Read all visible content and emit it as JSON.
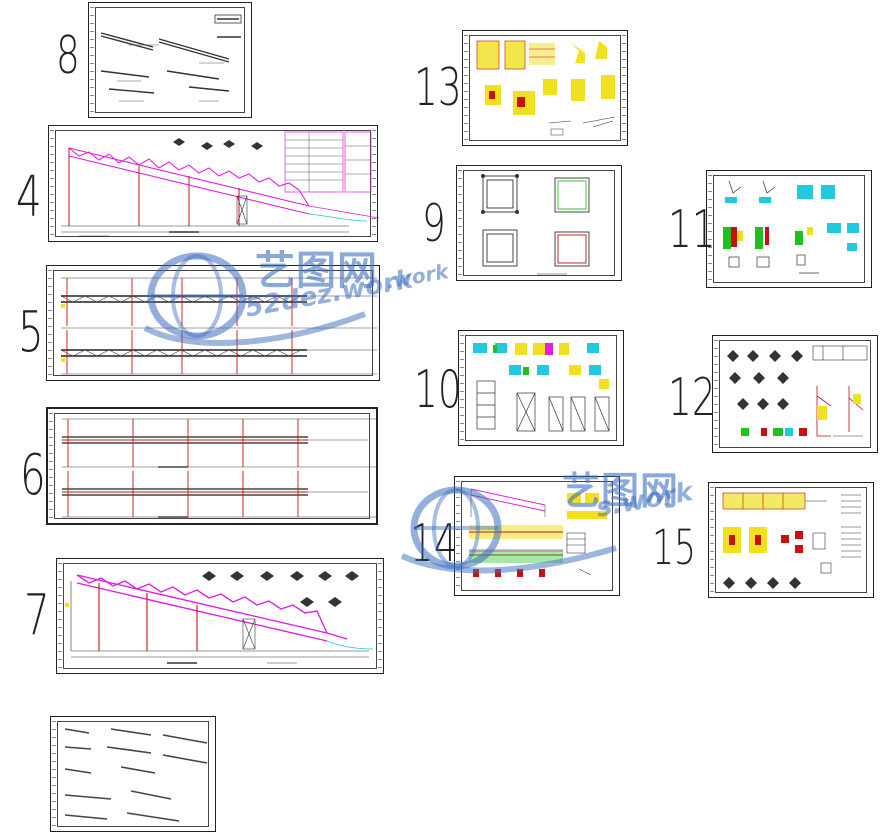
{
  "sheets": [
    {
      "id": "8",
      "label": "8"
    },
    {
      "id": "4",
      "label": "4"
    },
    {
      "id": "5",
      "label": "5"
    },
    {
      "id": "6",
      "label": "6"
    },
    {
      "id": "7",
      "label": "7"
    },
    {
      "id": "13",
      "label": "13"
    },
    {
      "id": "9",
      "label": "9"
    },
    {
      "id": "11",
      "label": "11"
    },
    {
      "id": "10",
      "label": "10"
    },
    {
      "id": "12",
      "label": "12"
    },
    {
      "id": "14",
      "label": "14"
    },
    {
      "id": "15",
      "label": "15"
    },
    {
      "id": "unnumbered",
      "label": ""
    }
  ],
  "watermark": {
    "cn": "艺图网",
    "domain": "52dez.work",
    "domain_partial_1": ".work",
    "domain_partial_2": "s.work",
    "color": "#3c6ebe"
  },
  "colors": {
    "truss_magenta": "#e020e0",
    "column_red": "#c81010",
    "detail_yellow": "#f0e020",
    "detail_cyan": "#20c8e0",
    "detail_green": "#20c020",
    "line_dark": "#222222"
  }
}
